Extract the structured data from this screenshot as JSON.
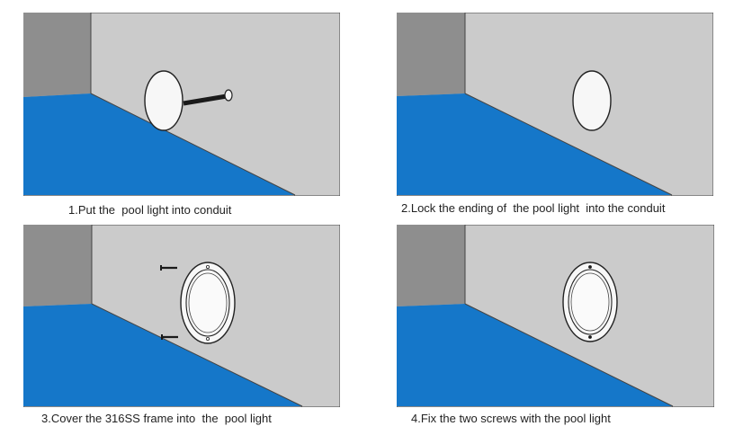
{
  "steps": [
    {
      "caption": "1.Put the  pool light into conduit"
    },
    {
      "caption": "2.Lock the ending of  the pool light  into the conduit"
    },
    {
      "caption": "3.Cover the 316SS frame into  the  pool light"
    },
    {
      "caption": "4.Fix the two screws with the pool light"
    }
  ],
  "colors": {
    "wall": "#cbcbcb",
    "side_wall": "#8e8e8e",
    "water": "#1577c9",
    "outline": "#333333"
  }
}
